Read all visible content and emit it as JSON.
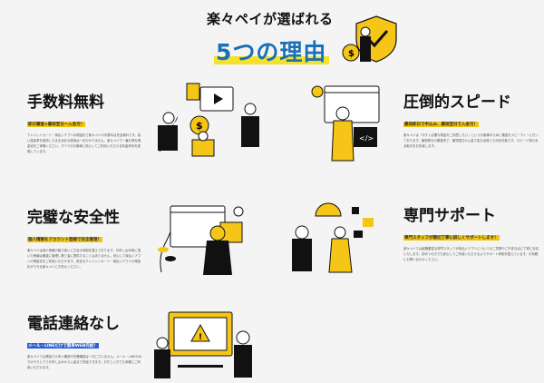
{
  "header": {
    "title_top": "楽々ペイが選ばれる",
    "title_main": "5つの理由"
  },
  "sections": [
    {
      "title": "手数料無料",
      "subtitle": "即日審査×最短翌日〜入金可！",
      "body": "クレジットカード・後払いアプリの現金化で楽々ペイの手数料は完全無料です。高い換金率を維持したまま余計な費用は一切かかりません。楽々ペイで一番お得な現金化をご体験ください。すべてのお客様に安心してご利用いただける料金体系を実現しています。"
    },
    {
      "title": "圧倒的スピード",
      "subtitle": "最短即日で申込み、最短翌日で入金可！",
      "body": "楽々ペイは「今すぐ必要な現金をご用意したい」というお客様のために審査をスピーディーに行っております。最短即日の審査完了、最短翌日の入金で急な出費にも対応可能です。スピード感のある取引をお約束します。"
    },
    {
      "title": "完璧な安全性",
      "subtitle": "個人情報をアカウント登録で安全管理！",
      "body": "楽々ペイは個人情報の取り扱いに万全の体制を整えております。お申し込み時に頂いた情報は厳重に管理し第三者に提供することはありません。安心して後払いアプリの現金化をご利用いただけます。安全なクレジットカード・後払いアプリの現金化ができる楽々ペイにお任せください。"
    },
    {
      "title": "専門サポート",
      "subtitle": "専門スタッフが親切丁寧に詳しくサポートします！",
      "body": "楽々ペイでは経験豊富な専門スタッフが後払いアプリについてのご質問やご不安な点に丁寧に対応いたします。初めての方でも安心してご利用いただけるようサポート体制を整えています。お気軽にお問い合わせください。"
    },
    {
      "title": "電話連絡なし",
      "subtitle": "メール・LINEだけで簡単WEB完結！",
      "body": "楽々ペイでは電話での本人確認や在籍確認は一切ございません。メール・LINEのみでのやりとりでお申し込みから入金まで完結できます。お忙しい方でも気軽にご利用いただけます。"
    }
  ],
  "colors": {
    "accent": "#f1c40f",
    "blue": "#1a6fb5",
    "highlight": "#f4e22a",
    "line_blue": "#2d5fd3"
  }
}
